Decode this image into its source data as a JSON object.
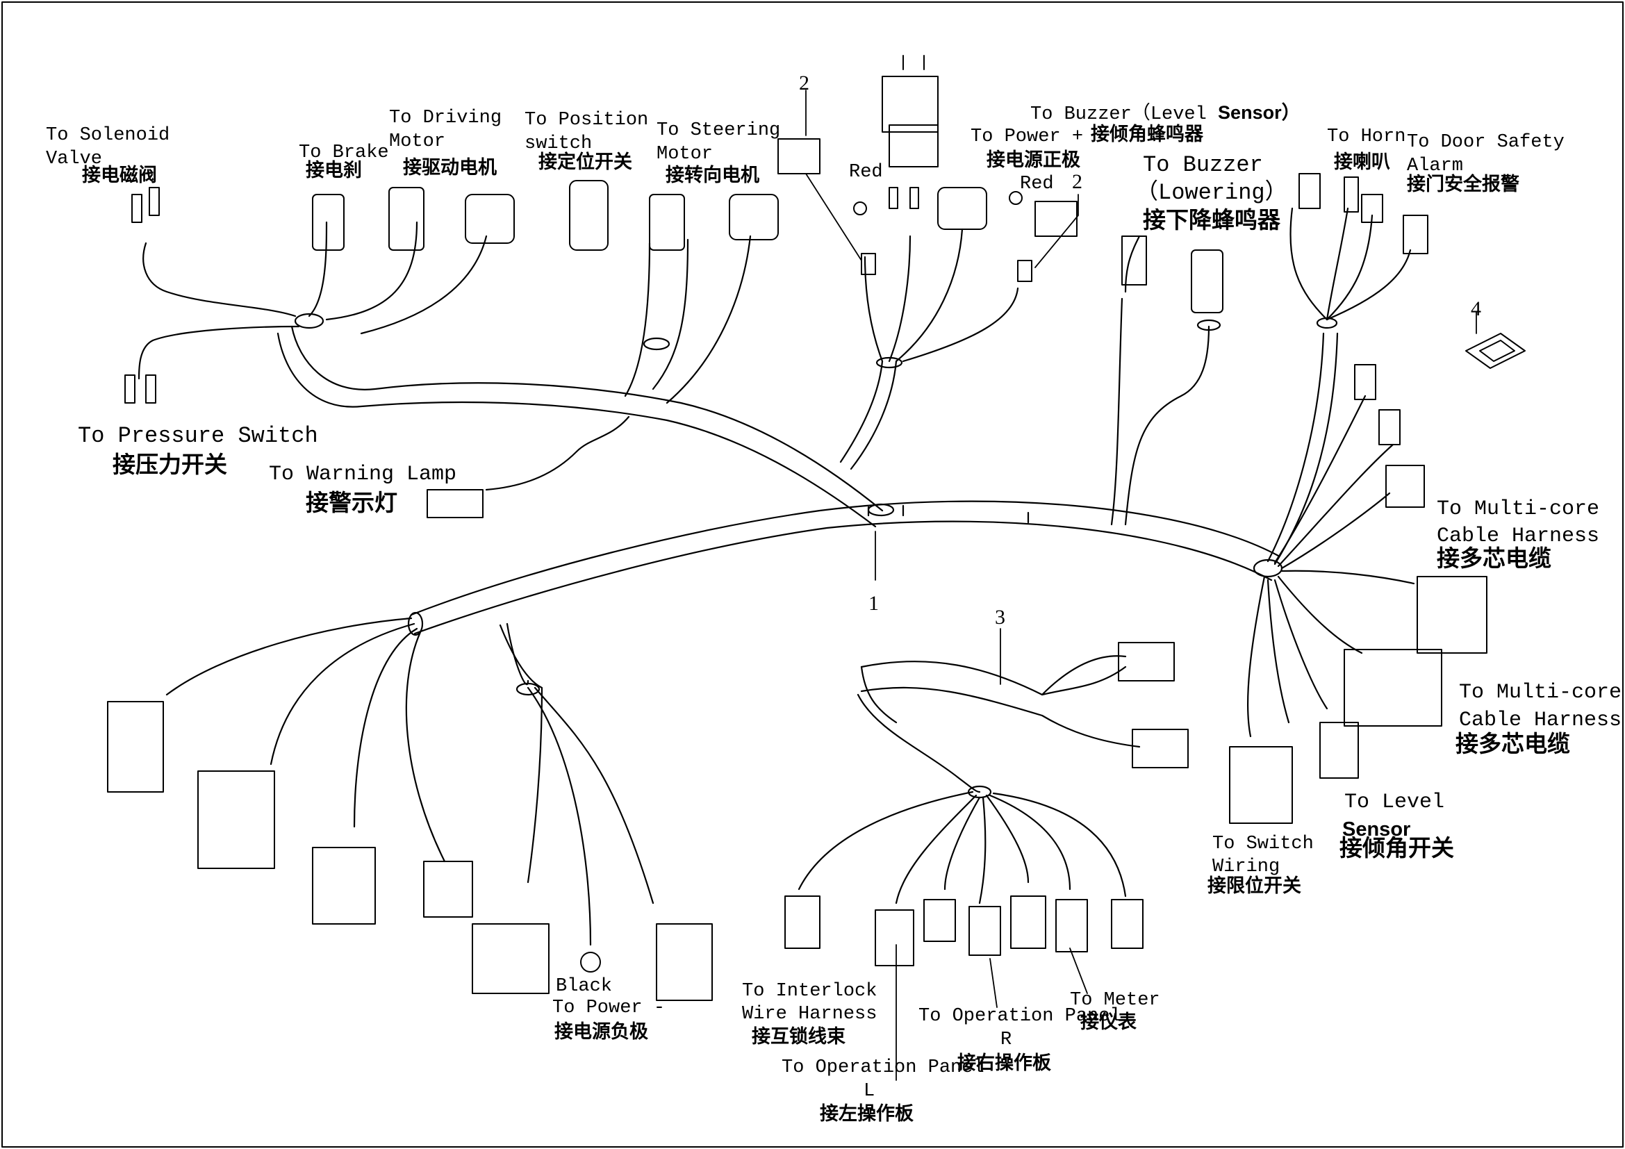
{
  "callouts": {
    "harness_main": "1",
    "fuse_a": "2",
    "fuse_b": "2",
    "harness_branch": "3",
    "spare_part": "4"
  },
  "labels": {
    "solenoid_valve": {
      "en1": "To Solenoid",
      "en2": "Valve",
      "zh": "接电磁阀"
    },
    "brake": {
      "en1": "To  Brake",
      "zh": "接电刹"
    },
    "driving_motor": {
      "en1": "To Driving",
      "en2": "Motor",
      "zh": "接驱动电机"
    },
    "position_switch": {
      "en1": "To Position",
      "en2": "switch",
      "zh": "接定位开关"
    },
    "steering_motor": {
      "en1": "To Steering",
      "en2": "Motor",
      "zh": "接转向电机"
    },
    "red_a": "Red",
    "red_b": "Red",
    "power_pos": {
      "en": "To Power +",
      "zh": "接电源正极"
    },
    "buzzer_level": {
      "en_a": "To Buzzer（Level ",
      "en_b": "Sensor）",
      "zh": "接倾角蜂鸣器"
    },
    "buzzer_lowering": {
      "en1": "To Buzzer",
      "en2": "（Lowering）",
      "zh": "接下降蜂鸣器"
    },
    "horn": {
      "en": "To Horn",
      "zh": "接喇叭"
    },
    "door_alarm": {
      "en1": "To Door Safety",
      "en2": "Alarm",
      "zh": "接门安全报警"
    },
    "pressure_switch": {
      "en": "To Pressure Switch",
      "zh": "接压力开关"
    },
    "warning_lamp": {
      "en": "To  Warning Lamp",
      "zh": "接警示灯"
    },
    "multicore_a": {
      "en1": "To Multi-core",
      "en2": "Cable Harness",
      "zh": "接多芯电缆"
    },
    "multicore_b": {
      "en1": "To Multi-core",
      "en2": "Cable Harness",
      "zh": "接多芯电缆"
    },
    "level_sensor": {
      "en1": "To Level",
      "en2": "Sensor",
      "zh": "接倾角开关"
    },
    "switch_wiring": {
      "en1": "To Switch",
      "en2": "Wiring",
      "zh": "接限位开关"
    },
    "power_neg": {
      "en1": "Black",
      "en2": "To Power -",
      "zh": "接电源负极"
    },
    "interlock": {
      "en1": "To Interlock",
      "en2": "Wire Harness",
      "zh": "接互锁线束"
    },
    "panel_r": {
      "en1": "To Operation Panel",
      "en2": "R",
      "zh": "接右操作板"
    },
    "panel_l": {
      "en1": "To Operation Panel",
      "en2": "L",
      "zh": "接左操作板"
    },
    "meter": {
      "en": "To Meter",
      "zh": "接仪表"
    }
  },
  "colors": {
    "ink": "#000000",
    "paper": "#ffffff"
  }
}
